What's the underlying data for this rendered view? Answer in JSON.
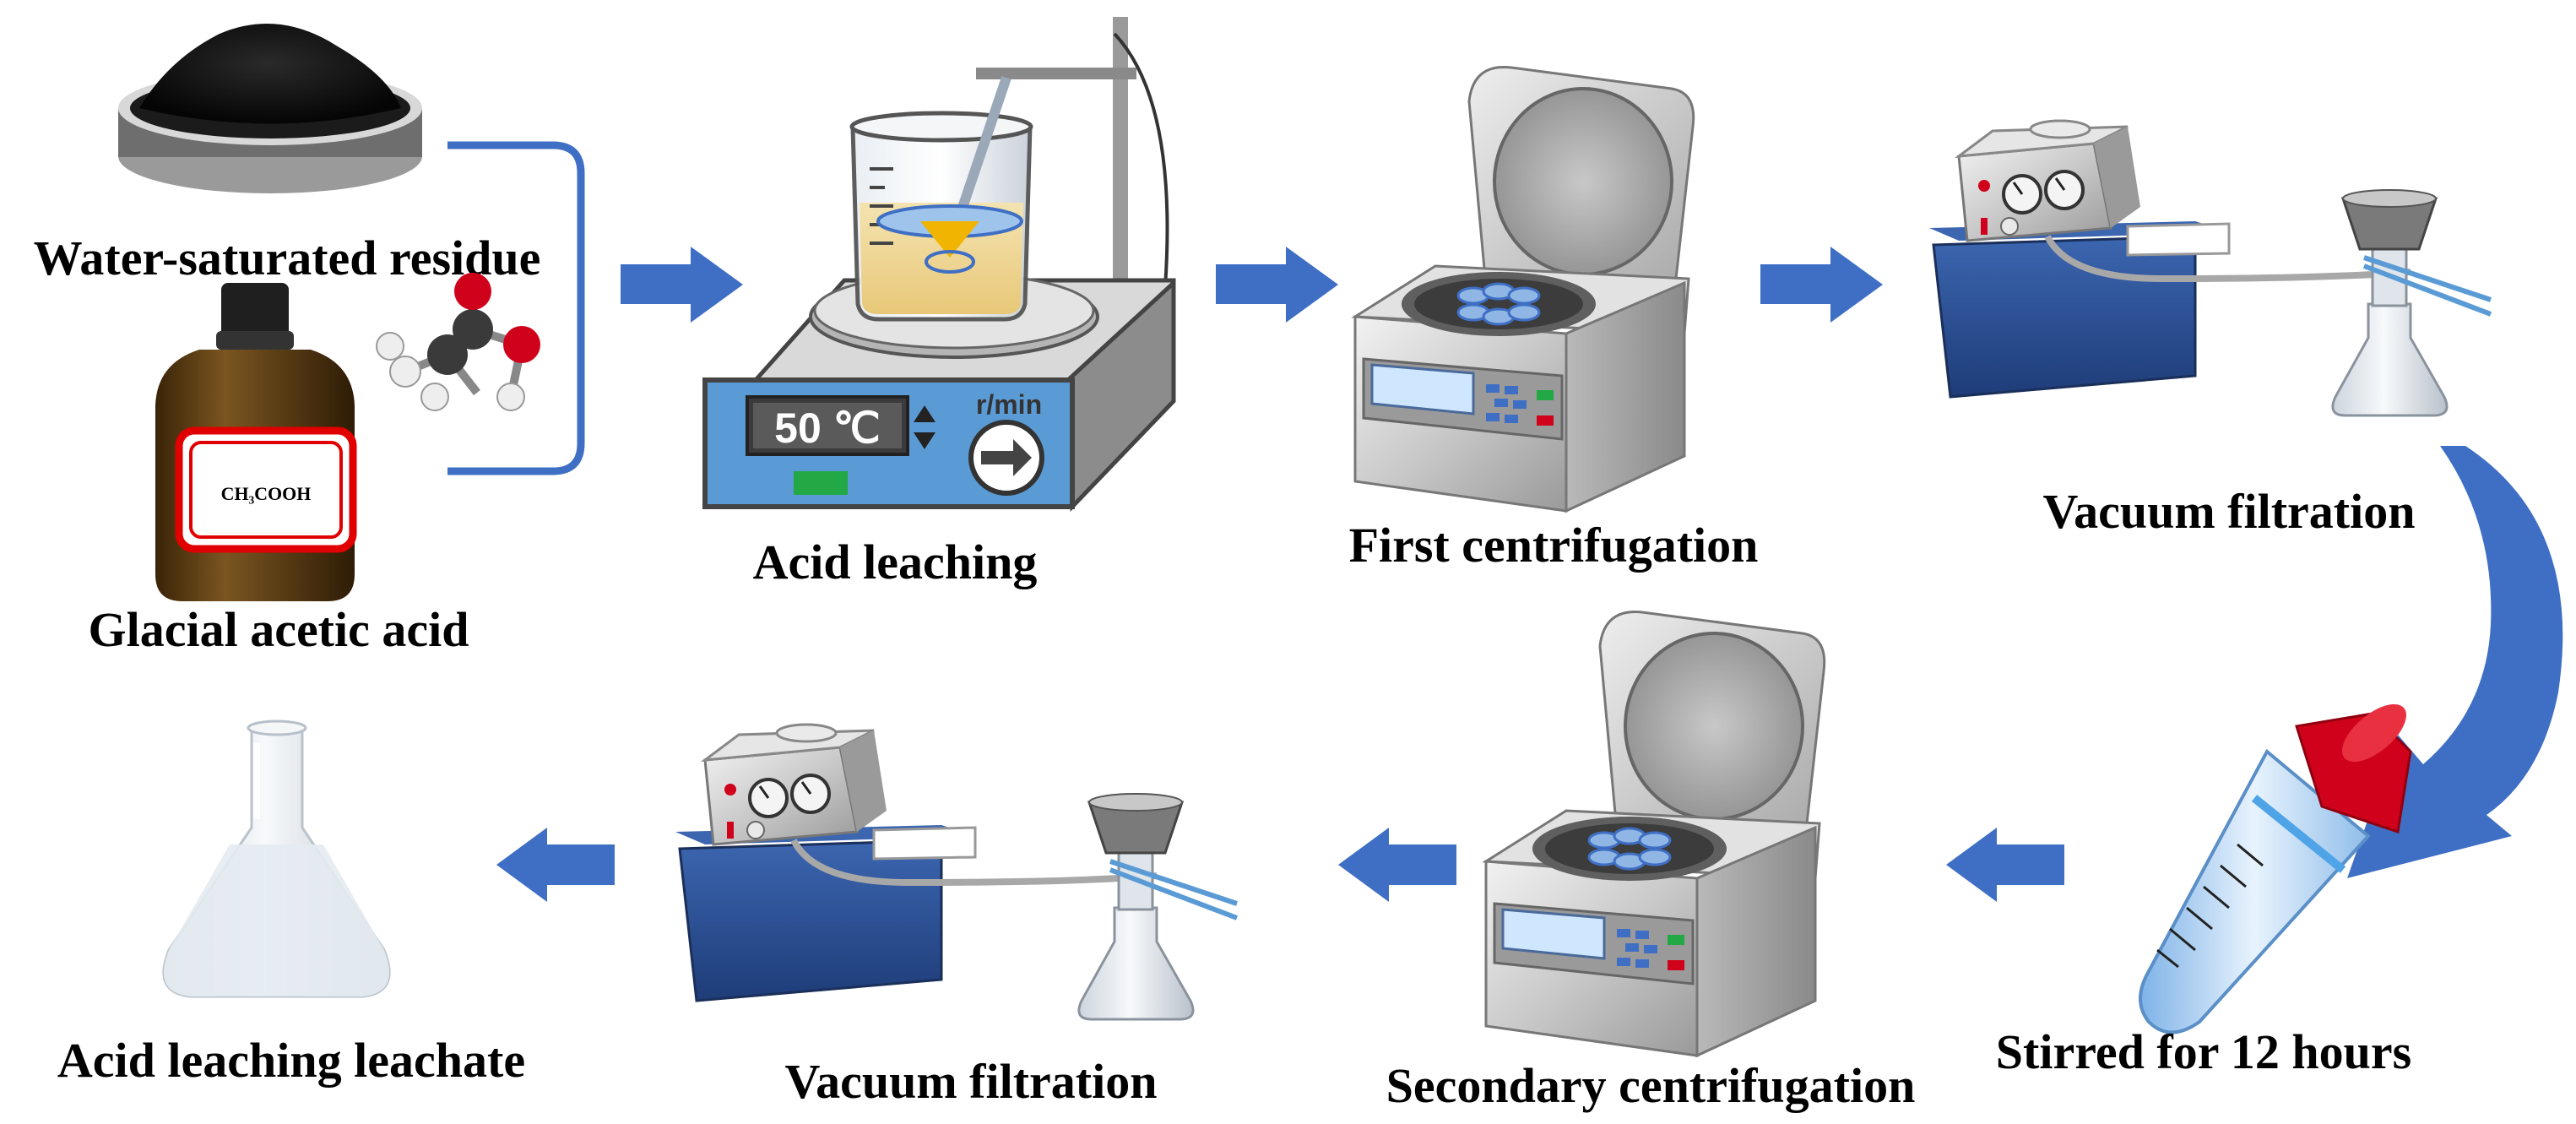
{
  "labels": {
    "residue": "Water-saturated residue",
    "acetic_acid": "Glacial acetic acid",
    "bottle_formula": "CH₃COOH",
    "acid_leaching": "Acid leaching",
    "first_centrifugation": "First centrifugation",
    "vacuum_filtration_1": "Vacuum filtration",
    "stirred": "Stirred for 12 hours",
    "secondary_centrifugation": "Secondary centrifugation",
    "vacuum_filtration_2": "Vacuum filtration",
    "leachate": "Acid leaching leachate"
  },
  "stirrer_display": {
    "temperature": "50 ℃",
    "speed_unit": "r/min"
  },
  "colors": {
    "arrow": "#3f6fc4",
    "stirrer_panel": "#5b9bd5",
    "pump_body": "#2e5496",
    "bottle_glass": "#5a3a14",
    "bottle_label_border": "#e00000",
    "tube_cap": "#d0021b"
  }
}
